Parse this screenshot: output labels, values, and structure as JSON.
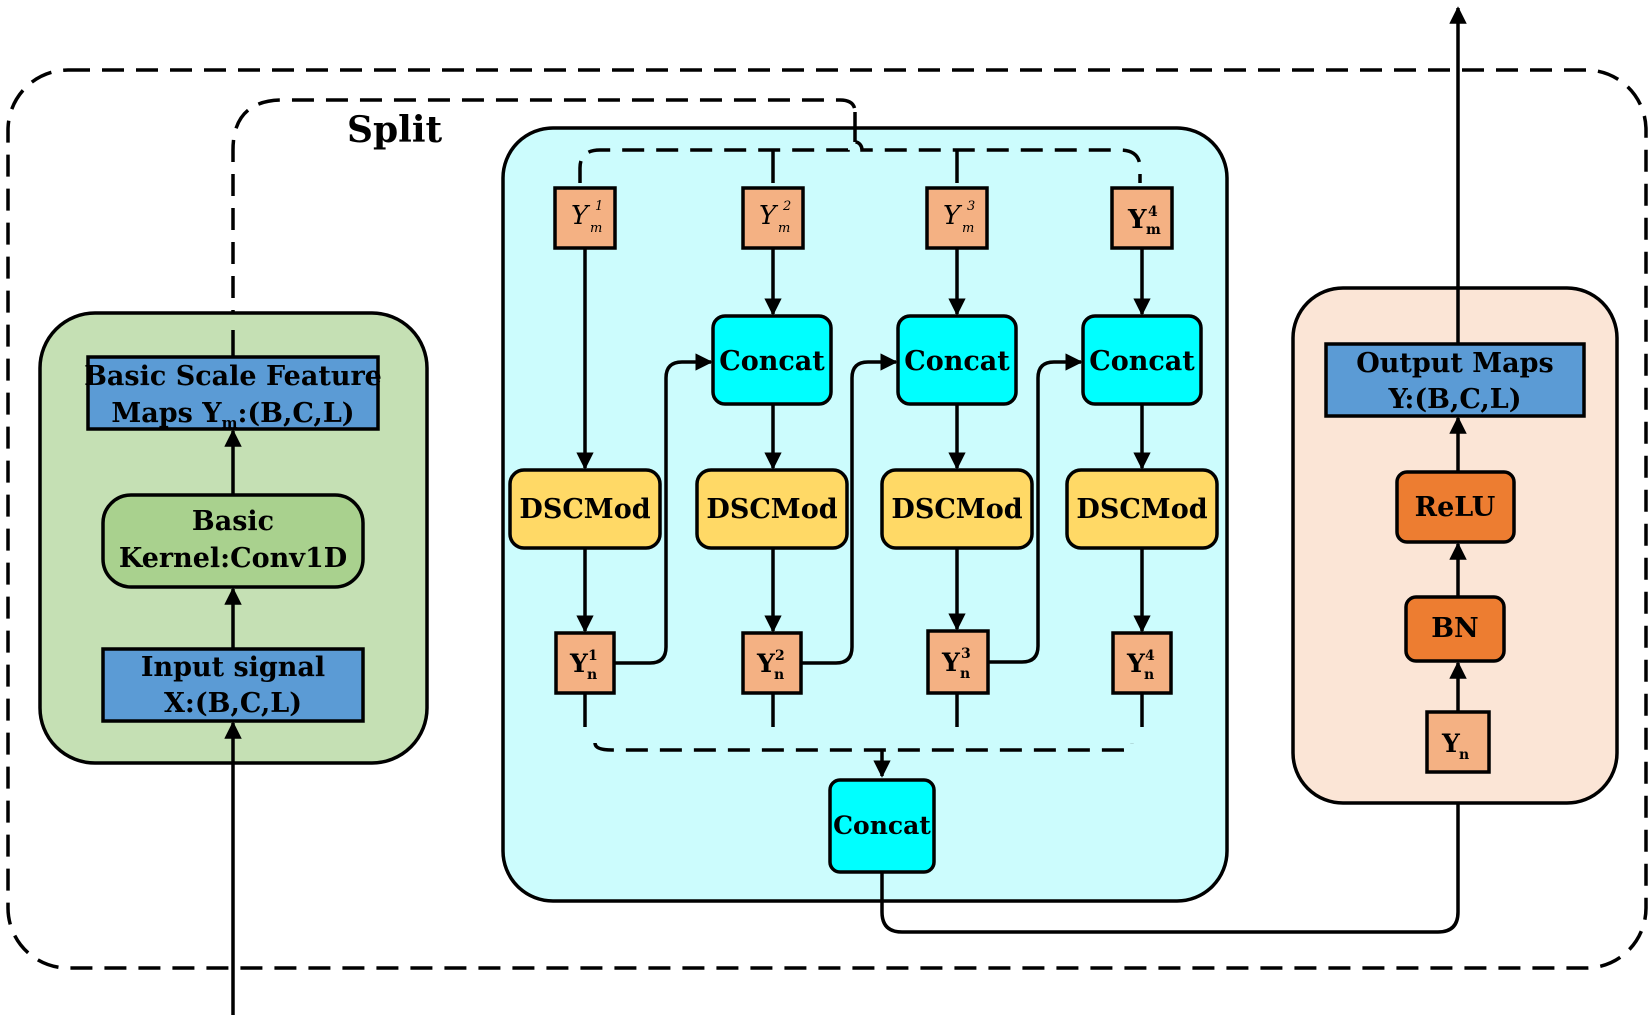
{
  "colors": {
    "green_panel": "#c5e0b4",
    "green_box": "#a9d18e",
    "blue_box": "#5b9bd5",
    "cyan_panel": "#ccfcfd",
    "cyan_box": "#00ffff",
    "yellow_box": "#ffd966",
    "salmon_box": "#f4b183",
    "peach_panel": "#fbe5d6",
    "orange_box": "#ed7d31"
  },
  "split_label": "Split",
  "left": {
    "feature_line1": "Basic Scale Feature",
    "feature_line2_pre": "Maps Y",
    "feature_line2_sub": "m",
    "feature_line2_post": ":(B,C,L)",
    "kernel_line1": "Basic",
    "kernel_line2": "Kernel:Conv1D",
    "input_line1": "Input signal",
    "input_line2": "X:(B,C,L)"
  },
  "middle": {
    "ym": [
      {
        "main": "Y",
        "sub": "m",
        "sup": "1"
      },
      {
        "main": "Y",
        "sub": "m",
        "sup": "2"
      },
      {
        "main": "Y",
        "sub": "m",
        "sup": "3"
      },
      {
        "main": "Y",
        "sub": "m",
        "sup": "4"
      }
    ],
    "concat_label": "Concat",
    "dscmod_label": "DSCMod",
    "yn": [
      {
        "main": "Y",
        "sub": "n",
        "sup": "1"
      },
      {
        "main": "Y",
        "sub": "n",
        "sup": "2"
      },
      {
        "main": "Y",
        "sub": "n",
        "sup": "3"
      },
      {
        "main": "Y",
        "sub": "n",
        "sup": "4"
      }
    ],
    "final_concat_label": "Concat"
  },
  "right": {
    "output_line1": "Output Maps",
    "output_line2": "Y:(B,C,L)",
    "relu_label": "ReLU",
    "bn_label": "BN",
    "yn_main": "Y",
    "yn_sub": "n"
  }
}
